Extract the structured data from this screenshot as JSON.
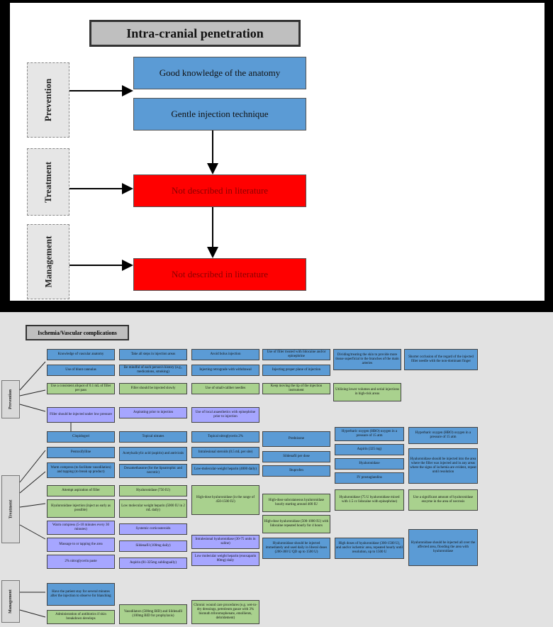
{
  "top": {
    "title": "Intra-cranial penetration",
    "side_labels": [
      "Prevention",
      "Treatment",
      "Management"
    ],
    "prevention": [
      "Good knowledge of the anatomy",
      "Gentle injection technique"
    ],
    "treatment": "Not described in literature",
    "management": "Not described in literature"
  },
  "bottom": {
    "title": "Ischemia/Vascular complications",
    "side_labels": [
      "Prevention",
      "Treatment",
      "Management"
    ],
    "prevention_row1": [
      "Knowledge of vascular anatomy",
      "Take all steps in injection areas",
      "Avoid bolus injection",
      "Use of filler treated with lidocaine and/or epinephrine",
      "Dividing/treating the skin to provide more tissue superficial to the branches of the main arteries",
      "Shorter occlusion of the regard of the injected filler needle with the non-dominant finger"
    ],
    "prevention_row2": [
      "Use of blunt cannulas",
      "Be mindful of each person's history (e.g., medications, smoking)",
      "Injecting retrograde with withdrawal",
      "Injecting proper plane of injection"
    ],
    "prevention_row3": [
      "Use a consistent aliquot of 0.1 mL of filler per pass",
      "Filler should be injected slowly",
      "Use of small-caliber needles",
      "Keep moving the tip of the injection instrument",
      "Utilizing lower volumes and serial injections in high-risk areas"
    ],
    "prevention_row4": [
      "Filler should be injected under low pressure",
      "Aspirating prior to injection",
      "Use of local anaesthetics with epinephrine prior to injection"
    ],
    "treatment_items": [
      "Clopidogrel",
      "Topical nitrates",
      "Topical nitroglycerin 2%",
      "Prednisone",
      "Pentoxifylline",
      "Acetylsalicylic acid (aspirin) and antivirals",
      "Intralesional steroids (0.5 mL per site)",
      "Sildenafil per dose",
      "Warm compress (to facilitate vasodilation) and tapping (to break up product)",
      "Dexamethasone (for the lipoatrophic and necrotic)",
      "Low-molecular-weight heparin (4000 daily)",
      "Ibuprofen",
      "Attempt aspiration of filler",
      "Hyaluronidase (750 IU)",
      "High-dose hyaluronidase (in the range of 450-1500 IU)",
      "High-dose subcutaneous hyaluronidase hourly starting around 400 IU",
      "Hyaluronidase (75 U hyaluronidase mixed with 1.5 cc lidocaine with epinephrine)",
      "Use a significant amount of hyaluronidase enzyme in the area of necrosis",
      "Hyaluronidase injection (inject as early as possible)",
      "Low molecular weight heparin (5000 IU in 2 mL daily)",
      "Warm compress (5-10 minutes every 30 minutes)",
      "Systemic corticosteroids",
      "High-dose hyaluronidase (500-1000 IU) with lidocaine repeated hourly for 4 hours",
      "Massage to or tapping the area",
      "Sildenafil (100mg daily)",
      "Intralesional hyaluronidase (30-75 units in saline)",
      "Hyaluronidase should be injected immediately and used daily in liberal doses (200-300 U QD up to 1500 U)",
      "High doses of hyaluronidase (300-1500 U), and and/or ischemic area, repeated hourly until resolution, up to 1500 U",
      "Hyaluronidase should be injected all over the affected area, flooding the area with hyaluronidase",
      "2% nitroglycerin paste",
      "Aspirin (81-325mg sublingually)",
      "Low molecular weight heparin (enoxaparin 80mg) daily"
    ],
    "pink_column": [
      "Hyperbaric oxygen (HBO) oxygen in a pressure of 15 atm",
      "Aspirin (325 mg)",
      "Hyaluronidase",
      "IV prostaglandins"
    ],
    "pink_right": "Hyaluronidase should be injected into the area where the filler was injected and in any areas where the signs of ischemia are evident, repeat until resolution",
    "management_items": [
      "Have the patient stay for several minutes after the injection to observe for blanching",
      "Vasodilators (500mg BID) and Sildenafil (100mg BID for prophylaxis)",
      "Chronic wound care procedures (e.g. wet-to-dry dressings, petroleum gauze with 3% bismuth tribromophenate, emollients, debridement)",
      "Administration of antibiotics if skin breakdown develops"
    ]
  },
  "colors": {
    "blue": "#5b9bd5",
    "red": "#ff0000",
    "green": "#a9d18e",
    "purple": "#a6a6ff",
    "grey": "#bfbfbf"
  }
}
